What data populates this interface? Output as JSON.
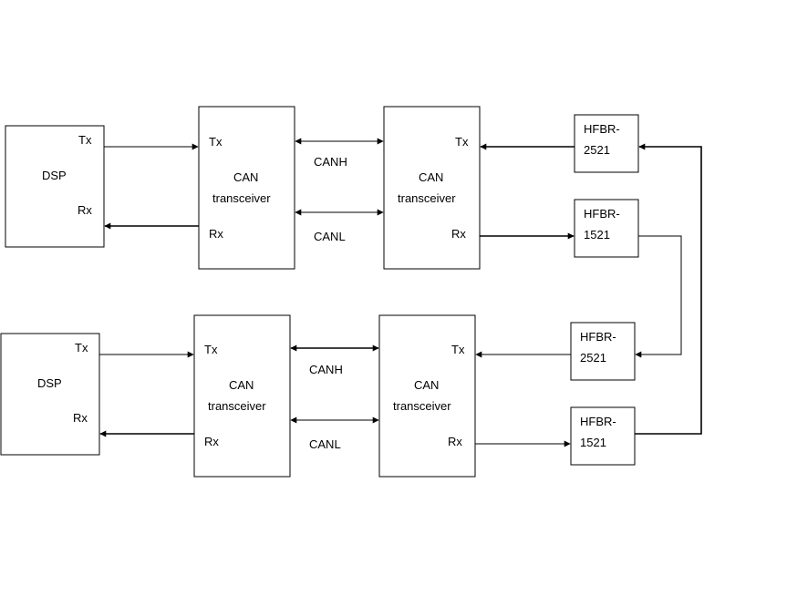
{
  "upper": {
    "dsp": {
      "title": "DSP",
      "tx": "Tx",
      "rx": "Rx"
    },
    "can_left": {
      "line1": "CAN",
      "line2": "transceiver",
      "tx": "Tx",
      "rx": "Rx"
    },
    "bus": {
      "high": "CANH",
      "low": "CANL"
    },
    "can_right": {
      "line1": "CAN",
      "line2": "transceiver",
      "tx": "Tx",
      "rx": "Rx"
    },
    "fiber_rx": {
      "line1": "HFBR-",
      "line2": "2521"
    },
    "fiber_tx": {
      "line1": "HFBR-",
      "line2": "1521"
    }
  },
  "lower": {
    "dsp": {
      "title": "DSP",
      "tx": "Tx",
      "rx": "Rx"
    },
    "can_left": {
      "line1": "CAN",
      "line2": "transceiver",
      "tx": "Tx",
      "rx": "Rx"
    },
    "bus": {
      "high": "CANH",
      "low": "CANL"
    },
    "can_right": {
      "line1": "CAN",
      "line2": "transceiver",
      "tx": "Tx",
      "rx": "Rx"
    },
    "fiber_rx": {
      "line1": "HFBR-",
      "line2": "2521"
    },
    "fiber_tx": {
      "line1": "HFBR-",
      "line2": "1521"
    }
  }
}
